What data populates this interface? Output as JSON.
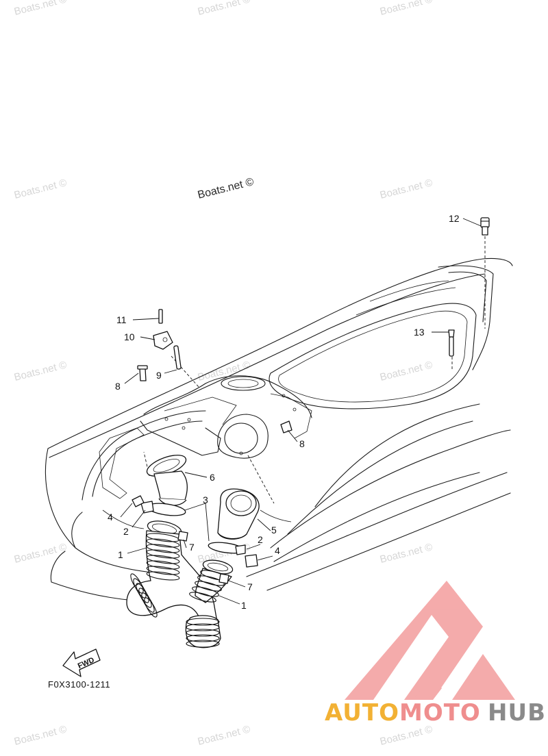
{
  "watermark": {
    "text": "Boats.net ©"
  },
  "drawing_code": "F0X3100-1211",
  "fwd_label": "FWD",
  "callouts": [
    "1",
    "2",
    "3",
    "4",
    "5",
    "6",
    "7",
    "8",
    "9",
    "10",
    "11",
    "12",
    "13"
  ],
  "logo": {
    "word_part1": "AUTO",
    "word_part2": "MOTO",
    "word_part3": "HUB",
    "colors": {
      "auto": "#f2b134",
      "moto": "#ef8e8e",
      "hub": "#8a8a8a",
      "mark": "#f4a7a7"
    }
  },
  "colors": {
    "line": "#111111",
    "watermark": "#d6d6d6"
  }
}
